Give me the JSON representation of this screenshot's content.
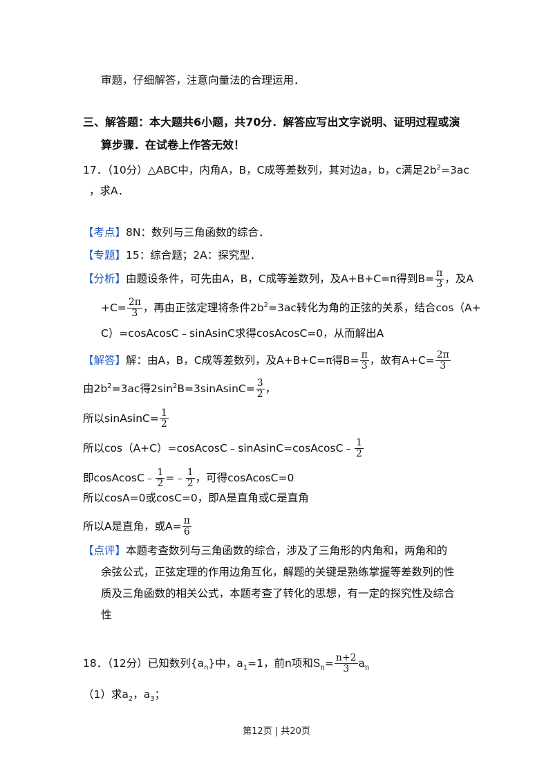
{
  "intro_line": "审题，仔细解答，注意向量法的合理运用．",
  "section": {
    "line1": "三、解答题：本大题共6小题，共70分．解答应写出文字说明、证明过程或演",
    "line2": "算步骤．在试卷上作答无效！"
  },
  "q17": {
    "stem1_a": "17．（10分）△ABC中，内角A，B，C成等差数列，其对边a，b，c满足2b",
    "stem1_sup": "2",
    "stem1_b": "=3ac",
    "stem2": "，求A．",
    "kaodian_tag": "【考点】",
    "kaodian_text": "8N：数列与三角函数的综合．",
    "zhuanti_tag": "【专题】",
    "zhuanti_text": "15：综合题；2A：探究型．",
    "fenxi_tag": "【分析】",
    "fenxi_l1_a": "由题设条件，可先由A，B，C成等差数列，及A+B+C=π得到B=",
    "fenxi_l1_num": "π",
    "fenxi_l1_den": "3",
    "fenxi_l1_b": "，及A",
    "fenxi_l2_a": "+C=",
    "fenxi_l2_num": "2π",
    "fenxi_l2_den": "3",
    "fenxi_l2_b": "，再由正弦定理将条件2b",
    "fenxi_l2_sup": "2",
    "fenxi_l2_c": "=3ac转化为角的正弦的关系，结合cos（A+",
    "fenxi_l3": "C）=cosAcosC﹣sinAsinC求得cosAcosC=0，从而解出A",
    "jieda_tag": "【解答】",
    "jieda_l1_a": "解：由A，B，C成等差数列，及A+B+C=π得B=",
    "jieda_l1_num1": "π",
    "jieda_l1_den1": "3",
    "jieda_l1_b": "，故有A+C=",
    "jieda_l1_num2": "2π",
    "jieda_l1_den2": "3",
    "l2_a": "由2b",
    "l2_sup1": "2",
    "l2_b": "=3ac得2sin",
    "l2_sup2": "2",
    "l2_c": "B=3sinAsinC=",
    "l2_num": "3",
    "l2_den": "2",
    "l2_d": "，",
    "l3_a": "所以sinAsinC=",
    "l3_num": "1",
    "l3_den": "2",
    "l4_a": "所以cos（A+C）=cosAcosC﹣sinAsinC=cosAcosC﹣",
    "l4_num": "1",
    "l4_den": "2",
    "l5_a": "即cosAcosC﹣",
    "l5_num1": "1",
    "l5_den1": "2",
    "l5_b": "=﹣",
    "l5_num2": "1",
    "l5_den2": "2",
    "l5_c": "，可得cosAcosC=0",
    "l6": "所以cosA=0或cosC=0，即A是直角或C是直角",
    "l7_a": "所以A是直角，或A=",
    "l7_num": "π",
    "l7_den": "6",
    "dianping_tag": "【点评】",
    "dianping_l1": "本题考查数列与三角函数的综合，涉及了三角形的内角和，两角和的",
    "dianping_l2": "余弦公式，正弦定理的作用边角互化，解题的关键是熟练掌握等差数列的性",
    "dianping_l3": "质及三角函数的相关公式，本题考查了转化的思想，有一定的探究性及综合",
    "dianping_l4": "性"
  },
  "q18": {
    "stem_a": "18．（12分）已知数列{a",
    "stem_sub1": "n",
    "stem_b": "}中，a",
    "stem_sub2": "1",
    "stem_c": "=1，前n项和",
    "stem_S": "S",
    "stem_Ssub": "n",
    "stem_eq": "=",
    "stem_num": "n+2",
    "stem_den": "3",
    "stem_a2": "a",
    "stem_a2sub": "n",
    "part1_a": "（1）求a",
    "part1_sub1": "2",
    "part1_b": "，a",
    "part1_sub2": "3",
    "part1_c": "；"
  },
  "footer": {
    "page": "第12页",
    "sep": "|",
    "total": "共20页"
  }
}
